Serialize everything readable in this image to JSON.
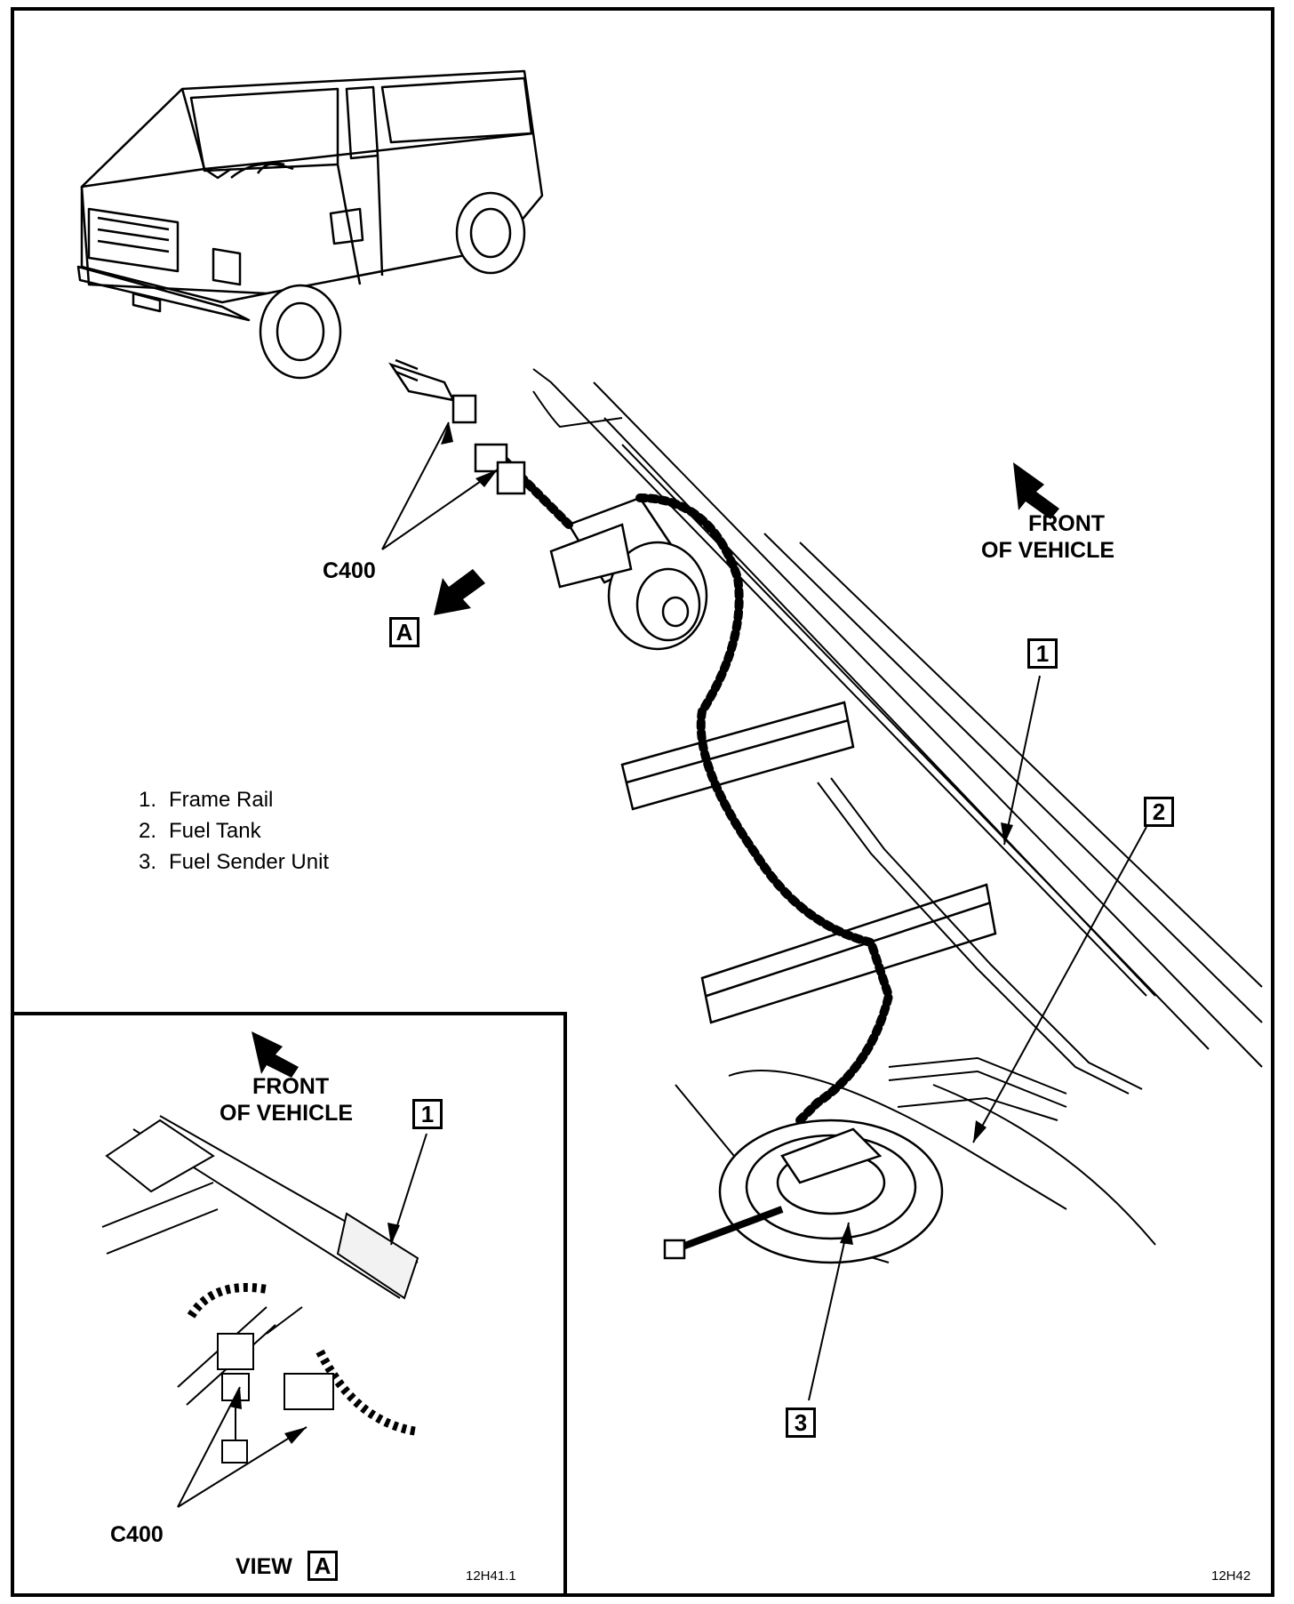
{
  "main": {
    "front_of_vehicle_line1": "FRONT",
    "front_of_vehicle_line2": "OF VEHICLE",
    "connector_label": "C400",
    "view_callout": "A",
    "callouts": [
      "1",
      "2",
      "3"
    ],
    "figure_code": "12H42"
  },
  "legend": {
    "items": [
      {
        "num": "1.",
        "label": "Frame Rail"
      },
      {
        "num": "2.",
        "label": "Fuel Tank"
      },
      {
        "num": "3.",
        "label": "Fuel Sender Unit"
      }
    ]
  },
  "inset": {
    "front_of_vehicle_line1": "FRONT",
    "front_of_vehicle_line2": "OF VEHICLE",
    "callout": "1",
    "connector_label": "C400",
    "view_word": "VIEW",
    "view_callout": "A",
    "figure_code": "12H41.1"
  }
}
